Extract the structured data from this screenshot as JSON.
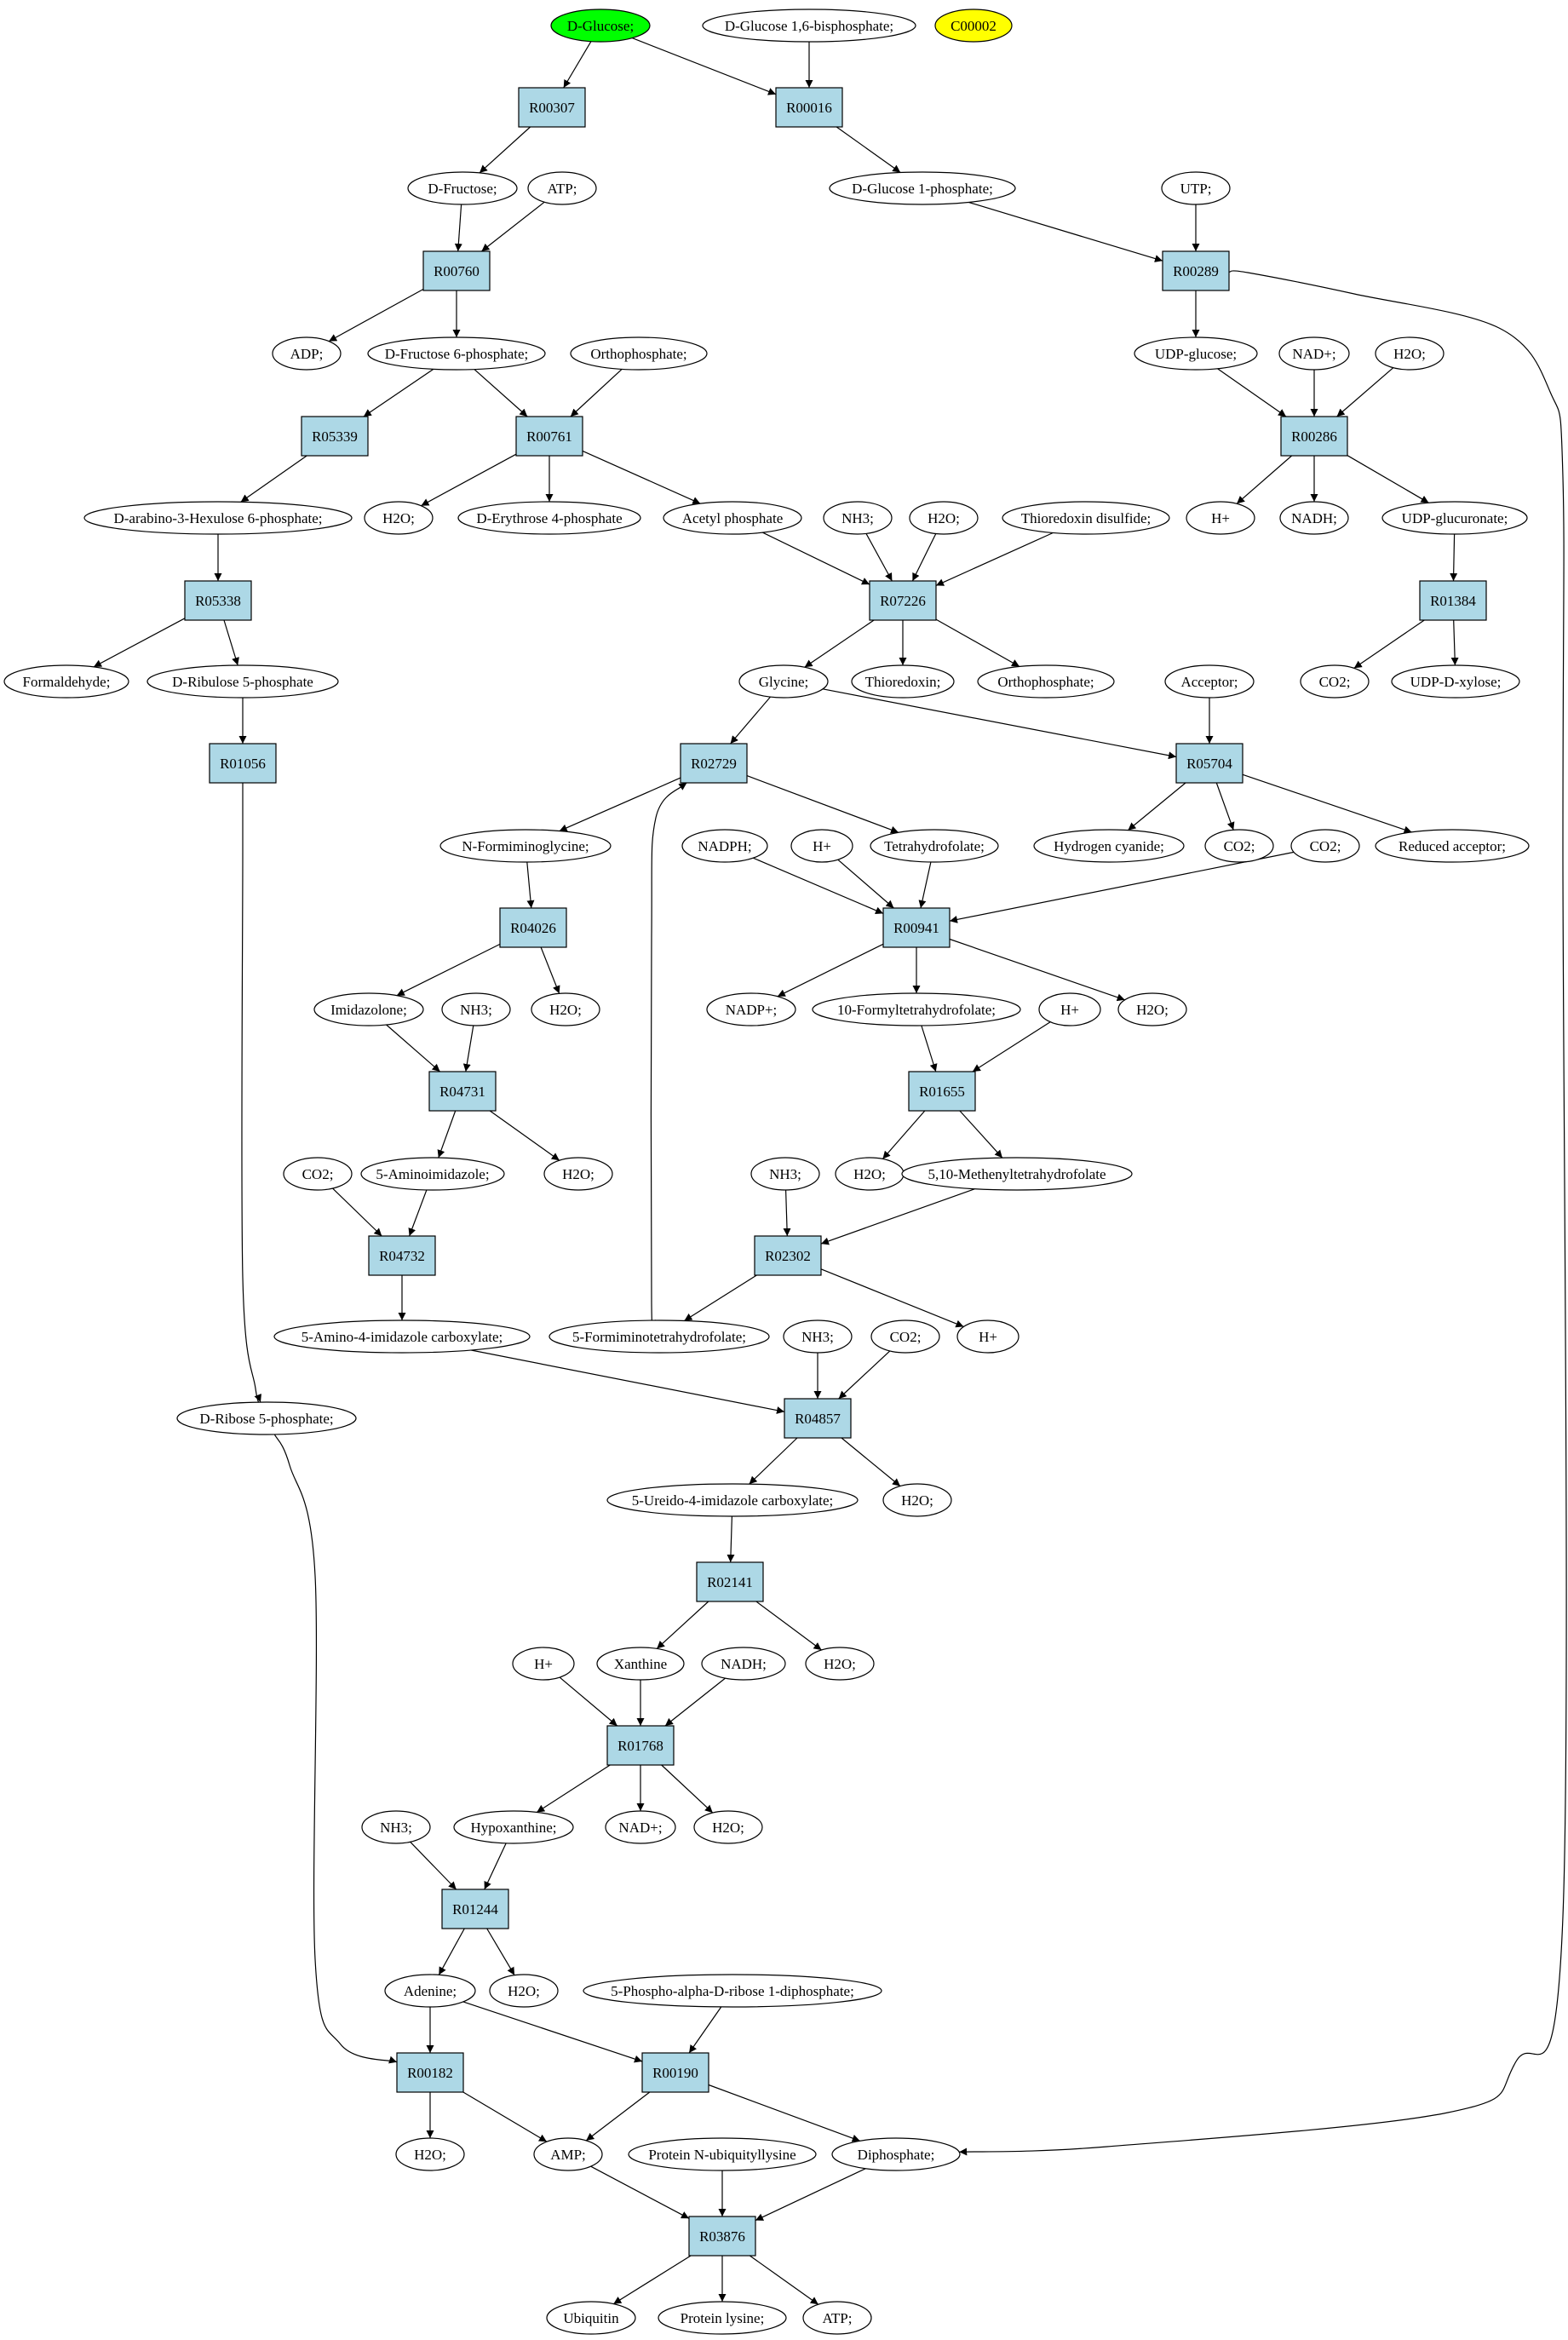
{
  "colors": {
    "reaction_fill": "#add8e6",
    "start_fill": "#00ff00",
    "highlight_fill": "#ffff00",
    "compound_fill": "#ffffff",
    "edge": "#000000"
  },
  "nodes": [
    {
      "id": "glc",
      "label": "D-Glucose;",
      "kind": "compound",
      "fill": "start"
    },
    {
      "id": "g16",
      "label": "D-Glucose 1,6-bisphosphate;",
      "kind": "compound"
    },
    {
      "id": "c2",
      "label": "C00002",
      "kind": "compound",
      "fill": "highlight"
    },
    {
      "id": "R00307",
      "label": "R00307",
      "kind": "reaction"
    },
    {
      "id": "R00016",
      "label": "R00016",
      "kind": "reaction"
    },
    {
      "id": "fru",
      "label": "D-Fructose;",
      "kind": "compound"
    },
    {
      "id": "atp1",
      "label": "ATP;",
      "kind": "compound"
    },
    {
      "id": "g1p",
      "label": "D-Glucose 1-phosphate;",
      "kind": "compound"
    },
    {
      "id": "utp",
      "label": "UTP;",
      "kind": "compound"
    },
    {
      "id": "R00760",
      "label": "R00760",
      "kind": "reaction"
    },
    {
      "id": "R00289",
      "label": "R00289",
      "kind": "reaction"
    },
    {
      "id": "adp",
      "label": "ADP;",
      "kind": "compound"
    },
    {
      "id": "f6p",
      "label": "D-Fructose 6-phosphate;",
      "kind": "compound"
    },
    {
      "id": "pi1",
      "label": "Orthophosphate;",
      "kind": "compound"
    },
    {
      "id": "udpg",
      "label": "UDP-glucose;",
      "kind": "compound"
    },
    {
      "id": "nadp1",
      "label": "NAD+;",
      "kind": "compound"
    },
    {
      "id": "h2o1",
      "label": "H2O;",
      "kind": "compound"
    },
    {
      "id": "R05339",
      "label": "R05339",
      "kind": "reaction"
    },
    {
      "id": "R00761",
      "label": "R00761",
      "kind": "reaction"
    },
    {
      "id": "R00286",
      "label": "R00286",
      "kind": "reaction"
    },
    {
      "id": "h6p",
      "label": "D-arabino-3-Hexulose 6-phosphate;",
      "kind": "compound"
    },
    {
      "id": "h2o2",
      "label": "H2O;",
      "kind": "compound"
    },
    {
      "id": "e4p",
      "label": "D-Erythrose 4-phosphate",
      "kind": "compound"
    },
    {
      "id": "acp",
      "label": "Acetyl phosphate",
      "kind": "compound"
    },
    {
      "id": "nh3a",
      "label": "NH3;",
      "kind": "compound"
    },
    {
      "id": "h2o3",
      "label": "H2O;",
      "kind": "compound"
    },
    {
      "id": "trxs",
      "label": "Thioredoxin disulfide;",
      "kind": "compound"
    },
    {
      "id": "hplus1",
      "label": "H+",
      "kind": "compound"
    },
    {
      "id": "nadh1",
      "label": "NADH;",
      "kind": "compound"
    },
    {
      "id": "udpga",
      "label": "UDP-glucuronate;",
      "kind": "compound"
    },
    {
      "id": "R05338",
      "label": "R05338",
      "kind": "reaction"
    },
    {
      "id": "R07226",
      "label": "R07226",
      "kind": "reaction"
    },
    {
      "id": "R01384",
      "label": "R01384",
      "kind": "reaction"
    },
    {
      "id": "fald",
      "label": "Formaldehyde;",
      "kind": "compound"
    },
    {
      "id": "ru5p",
      "label": "D-Ribulose 5-phosphate",
      "kind": "compound"
    },
    {
      "id": "gly",
      "label": "Glycine;",
      "kind": "compound"
    },
    {
      "id": "trx",
      "label": "Thioredoxin;",
      "kind": "compound"
    },
    {
      "id": "pi2",
      "label": "Orthophosphate;",
      "kind": "compound"
    },
    {
      "id": "acc",
      "label": "Acceptor;",
      "kind": "compound"
    },
    {
      "id": "co2a",
      "label": "CO2;",
      "kind": "compound"
    },
    {
      "id": "udpx",
      "label": "UDP-D-xylose;",
      "kind": "compound"
    },
    {
      "id": "R01056",
      "label": "R01056",
      "kind": "reaction"
    },
    {
      "id": "R02729",
      "label": "R02729",
      "kind": "reaction"
    },
    {
      "id": "R05704",
      "label": "R05704",
      "kind": "reaction"
    },
    {
      "id": "nfg",
      "label": "N-Formiminoglycine;",
      "kind": "compound"
    },
    {
      "id": "nadph",
      "label": "NADPH;",
      "kind": "compound"
    },
    {
      "id": "hplus2",
      "label": "H+",
      "kind": "compound"
    },
    {
      "id": "thf",
      "label": "Tetrahydrofolate;",
      "kind": "compound"
    },
    {
      "id": "hcn",
      "label": "Hydrogen cyanide;",
      "kind": "compound"
    },
    {
      "id": "co2b",
      "label": "CO2;",
      "kind": "compound"
    },
    {
      "id": "co2c",
      "label": "CO2;",
      "kind": "compound"
    },
    {
      "id": "racc",
      "label": "Reduced acceptor;",
      "kind": "compound"
    },
    {
      "id": "R04026",
      "label": "R04026",
      "kind": "reaction"
    },
    {
      "id": "R00941",
      "label": "R00941",
      "kind": "reaction"
    },
    {
      "id": "imz",
      "label": "Imidazolone;",
      "kind": "compound"
    },
    {
      "id": "nh3b",
      "label": "NH3;",
      "kind": "compound"
    },
    {
      "id": "h2o4",
      "label": "H2O;",
      "kind": "compound"
    },
    {
      "id": "nadpp",
      "label": "NADP+;",
      "kind": "compound"
    },
    {
      "id": "fthf",
      "label": "10-Formyltetrahydrofolate;",
      "kind": "compound"
    },
    {
      "id": "hplus3",
      "label": "H+",
      "kind": "compound"
    },
    {
      "id": "h2o5",
      "label": "H2O;",
      "kind": "compound"
    },
    {
      "id": "R04731",
      "label": "R04731",
      "kind": "reaction"
    },
    {
      "id": "R01655",
      "label": "R01655",
      "kind": "reaction"
    },
    {
      "id": "co2d",
      "label": "CO2;",
      "kind": "compound"
    },
    {
      "id": "aiz",
      "label": "5-Aminoimidazole;",
      "kind": "compound"
    },
    {
      "id": "h2o6",
      "label": "H2O;",
      "kind": "compound"
    },
    {
      "id": "nh3c",
      "label": "NH3;",
      "kind": "compound"
    },
    {
      "id": "h2o7",
      "label": "H2O;",
      "kind": "compound"
    },
    {
      "id": "mthf",
      "label": "5,10-Methenyltetrahydrofolate",
      "kind": "compound"
    },
    {
      "id": "R04732",
      "label": "R04732",
      "kind": "reaction"
    },
    {
      "id": "R02302",
      "label": "R02302",
      "kind": "reaction"
    },
    {
      "id": "aic",
      "label": "5-Amino-4-imidazole carboxylate;",
      "kind": "compound"
    },
    {
      "id": "fithf",
      "label": "5-Formiminotetrahydrofolate;",
      "kind": "compound"
    },
    {
      "id": "hplus4",
      "label": "H+",
      "kind": "compound"
    },
    {
      "id": "nh3d",
      "label": "NH3;",
      "kind": "compound"
    },
    {
      "id": "co2e",
      "label": "CO2;",
      "kind": "compound"
    },
    {
      "id": "r5p",
      "label": "D-Ribose 5-phosphate;",
      "kind": "compound"
    },
    {
      "id": "R04857",
      "label": "R04857",
      "kind": "reaction"
    },
    {
      "id": "uic",
      "label": "5-Ureido-4-imidazole carboxylate;",
      "kind": "compound"
    },
    {
      "id": "h2o8",
      "label": "H2O;",
      "kind": "compound"
    },
    {
      "id": "R02141",
      "label": "R02141",
      "kind": "reaction"
    },
    {
      "id": "hplus5",
      "label": "H+",
      "kind": "compound"
    },
    {
      "id": "xan",
      "label": "Xanthine",
      "kind": "compound"
    },
    {
      "id": "nadh2",
      "label": "NADH;",
      "kind": "compound"
    },
    {
      "id": "h2o9",
      "label": "H2O;",
      "kind": "compound"
    },
    {
      "id": "R01768",
      "label": "R01768",
      "kind": "reaction"
    },
    {
      "id": "nh3e",
      "label": "NH3;",
      "kind": "compound"
    },
    {
      "id": "hyp",
      "label": "Hypoxanthine;",
      "kind": "compound"
    },
    {
      "id": "nadp2",
      "label": "NAD+;",
      "kind": "compound"
    },
    {
      "id": "h2o10",
      "label": "H2O;",
      "kind": "compound"
    },
    {
      "id": "R01244",
      "label": "R01244",
      "kind": "reaction"
    },
    {
      "id": "ade",
      "label": "Adenine;",
      "kind": "compound"
    },
    {
      "id": "h2o11",
      "label": "H2O;",
      "kind": "compound"
    },
    {
      "id": "prpp",
      "label": "5-Phospho-alpha-D-ribose 1-diphosphate;",
      "kind": "compound"
    },
    {
      "id": "R00182",
      "label": "R00182",
      "kind": "reaction"
    },
    {
      "id": "R00190",
      "label": "R00190",
      "kind": "reaction"
    },
    {
      "id": "h2o12",
      "label": "H2O;",
      "kind": "compound"
    },
    {
      "id": "amp",
      "label": "AMP;",
      "kind": "compound"
    },
    {
      "id": "pnul",
      "label": "Protein N-ubiquityllysine",
      "kind": "compound"
    },
    {
      "id": "ppi",
      "label": "Diphosphate;",
      "kind": "compound"
    },
    {
      "id": "R03876",
      "label": "R03876",
      "kind": "reaction"
    },
    {
      "id": "ubq",
      "label": "Ubiquitin",
      "kind": "compound"
    },
    {
      "id": "plys",
      "label": "Protein lysine;",
      "kind": "compound"
    },
    {
      "id": "atp2",
      "label": "ATP;",
      "kind": "compound"
    }
  ],
  "edges": [
    [
      "glc",
      "R00307"
    ],
    [
      "glc",
      "R00016"
    ],
    [
      "g16",
      "R00016"
    ],
    [
      "R00307",
      "fru"
    ],
    [
      "R00016",
      "g1p"
    ],
    [
      "fru",
      "R00760"
    ],
    [
      "atp1",
      "R00760"
    ],
    [
      "g1p",
      "R00289"
    ],
    [
      "utp",
      "R00289"
    ],
    [
      "R00760",
      "adp"
    ],
    [
      "R00760",
      "f6p"
    ],
    [
      "R00289",
      "udpg"
    ],
    [
      "R00289",
      "ppi"
    ],
    [
      "f6p",
      "R05339"
    ],
    [
      "f6p",
      "R00761"
    ],
    [
      "pi1",
      "R00761"
    ],
    [
      "udpg",
      "R00286"
    ],
    [
      "nadp1",
      "R00286"
    ],
    [
      "h2o1",
      "R00286"
    ],
    [
      "R05339",
      "h6p"
    ],
    [
      "R00761",
      "h2o2"
    ],
    [
      "R00761",
      "e4p"
    ],
    [
      "R00761",
      "acp"
    ],
    [
      "R00286",
      "hplus1"
    ],
    [
      "R00286",
      "nadh1"
    ],
    [
      "R00286",
      "udpga"
    ],
    [
      "h6p",
      "R05338"
    ],
    [
      "acp",
      "R07226"
    ],
    [
      "nh3a",
      "R07226"
    ],
    [
      "h2o3",
      "R07226"
    ],
    [
      "trxs",
      "R07226"
    ],
    [
      "udpga",
      "R01384"
    ],
    [
      "R05338",
      "fald"
    ],
    [
      "R05338",
      "ru5p"
    ],
    [
      "R07226",
      "gly"
    ],
    [
      "R07226",
      "trx"
    ],
    [
      "R07226",
      "pi2"
    ],
    [
      "R01384",
      "co2a"
    ],
    [
      "R01384",
      "udpx"
    ],
    [
      "ru5p",
      "R01056"
    ],
    [
      "gly",
      "R02729"
    ],
    [
      "gly",
      "R05704"
    ],
    [
      "acc",
      "R05704"
    ],
    [
      "R01056",
      "r5p"
    ],
    [
      "R02729",
      "nfg"
    ],
    [
      "R02729",
      "thf"
    ],
    [
      "R05704",
      "hcn"
    ],
    [
      "R05704",
      "co2b"
    ],
    [
      "R05704",
      "racc"
    ],
    [
      "nfg",
      "R04026"
    ],
    [
      "nadph",
      "R00941"
    ],
    [
      "hplus2",
      "R00941"
    ],
    [
      "thf",
      "R00941"
    ],
    [
      "co2c",
      "R00941"
    ],
    [
      "R04026",
      "imz"
    ],
    [
      "R04026",
      "h2o4"
    ],
    [
      "R00941",
      "nadpp"
    ],
    [
      "R00941",
      "fthf"
    ],
    [
      "R00941",
      "h2o5"
    ],
    [
      "imz",
      "R04731"
    ],
    [
      "nh3b",
      "R04731"
    ],
    [
      "fthf",
      "R01655"
    ],
    [
      "hplus3",
      "R01655"
    ],
    [
      "R04731",
      "aiz"
    ],
    [
      "R04731",
      "h2o6"
    ],
    [
      "R01655",
      "h2o7"
    ],
    [
      "R01655",
      "mthf"
    ],
    [
      "co2d",
      "R04732"
    ],
    [
      "aiz",
      "R04732"
    ],
    [
      "nh3c",
      "R02302"
    ],
    [
      "mthf",
      "R02302"
    ],
    [
      "R04732",
      "aic"
    ],
    [
      "R02302",
      "fithf"
    ],
    [
      "R02302",
      "hplus4"
    ],
    [
      "fithf",
      "R02729"
    ],
    [
      "aic",
      "R04857"
    ],
    [
      "nh3d",
      "R04857"
    ],
    [
      "co2e",
      "R04857"
    ],
    [
      "R04857",
      "uic"
    ],
    [
      "R04857",
      "h2o8"
    ],
    [
      "uic",
      "R02141"
    ],
    [
      "R02141",
      "xan"
    ],
    [
      "R02141",
      "h2o9"
    ],
    [
      "hplus5",
      "R01768"
    ],
    [
      "xan",
      "R01768"
    ],
    [
      "nadh2",
      "R01768"
    ],
    [
      "R01768",
      "hyp"
    ],
    [
      "R01768",
      "nadp2"
    ],
    [
      "R01768",
      "h2o10"
    ],
    [
      "nh3e",
      "R01244"
    ],
    [
      "hyp",
      "R01244"
    ],
    [
      "R01244",
      "ade"
    ],
    [
      "R01244",
      "h2o11"
    ],
    [
      "r5p",
      "R00182"
    ],
    [
      "ade",
      "R00182"
    ],
    [
      "ade",
      "R00190"
    ],
    [
      "prpp",
      "R00190"
    ],
    [
      "R00182",
      "h2o12"
    ],
    [
      "R00182",
      "amp"
    ],
    [
      "R00190",
      "amp"
    ],
    [
      "R00190",
      "ppi"
    ],
    [
      "amp",
      "R03876"
    ],
    [
      "pnul",
      "R03876"
    ],
    [
      "ppi",
      "R03876"
    ],
    [
      "R03876",
      "ubq"
    ],
    [
      "R03876",
      "plys"
    ],
    [
      "R03876",
      "atp2"
    ]
  ]
}
